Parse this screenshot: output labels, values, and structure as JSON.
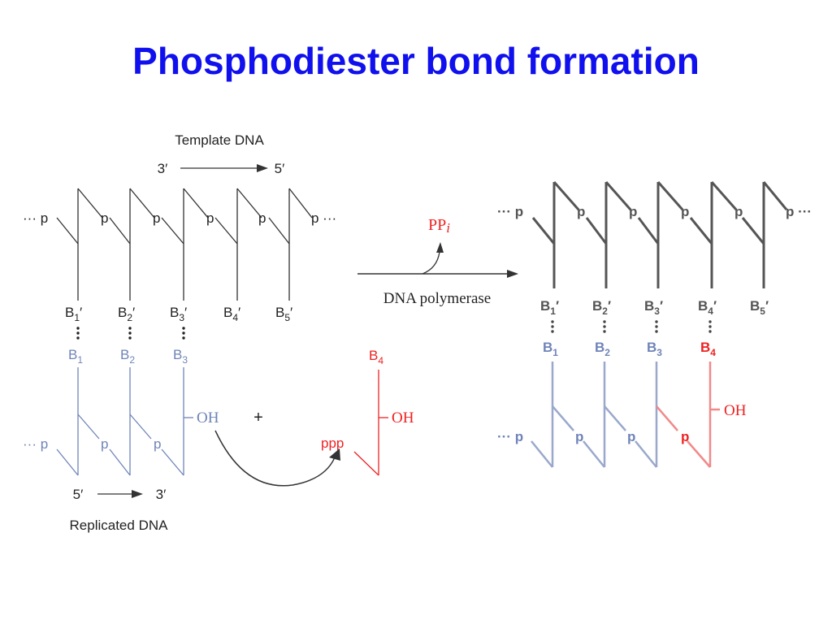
{
  "title": "Phosphodiester bond formation",
  "colors": {
    "title": "#1010ee",
    "template": "#333333",
    "replicated": "#6f84b8",
    "incoming": "#ee2222",
    "product_grey": "#555555"
  },
  "left_panel": {
    "template_label": "Template DNA",
    "template_direction": {
      "from": "3′",
      "to": "5′"
    },
    "template_p_labels": [
      "··· p",
      "p",
      "p",
      "p",
      "p",
      "p ···"
    ],
    "template_bases": [
      {
        "b": "B",
        "sub": "1",
        "prime": "′"
      },
      {
        "b": "B",
        "sub": "2",
        "prime": "′"
      },
      {
        "b": "B",
        "sub": "3",
        "prime": "′"
      },
      {
        "b": "B",
        "sub": "4",
        "prime": "′"
      },
      {
        "b": "B",
        "sub": "5",
        "prime": "′"
      }
    ],
    "replicated_bases": [
      {
        "b": "B",
        "sub": "1"
      },
      {
        "b": "B",
        "sub": "2"
      },
      {
        "b": "B",
        "sub": "3"
      }
    ],
    "replicated_p_labels": [
      "··· p",
      "p",
      "p"
    ],
    "oh_label": "OH",
    "plus": "+",
    "incoming_base": {
      "b": "B",
      "sub": "4"
    },
    "incoming_ppp": "ppp",
    "incoming_oh": "OH",
    "replicated_direction": {
      "from": "5′",
      "to": "3′"
    },
    "replicated_label": "Replicated DNA"
  },
  "reaction": {
    "byproduct": {
      "main": "PP",
      "italic": "i"
    },
    "enzyme": "DNA polymerase"
  },
  "right_panel": {
    "template_p_labels": [
      "··· p",
      "p",
      "p",
      "p",
      "p",
      "p ···"
    ],
    "template_bases": [
      {
        "b": "B",
        "sub": "1",
        "prime": "′"
      },
      {
        "b": "B",
        "sub": "2",
        "prime": "′"
      },
      {
        "b": "B",
        "sub": "3",
        "prime": "′"
      },
      {
        "b": "B",
        "sub": "4",
        "prime": "′"
      },
      {
        "b": "B",
        "sub": "5",
        "prime": "′"
      }
    ],
    "product_bases": [
      {
        "b": "B",
        "sub": "1"
      },
      {
        "b": "B",
        "sub": "2"
      },
      {
        "b": "B",
        "sub": "3"
      },
      {
        "b": "B",
        "sub": "4"
      }
    ],
    "product_p_labels": [
      "··· p",
      "p",
      "p",
      "p"
    ],
    "oh_label": "OH"
  }
}
